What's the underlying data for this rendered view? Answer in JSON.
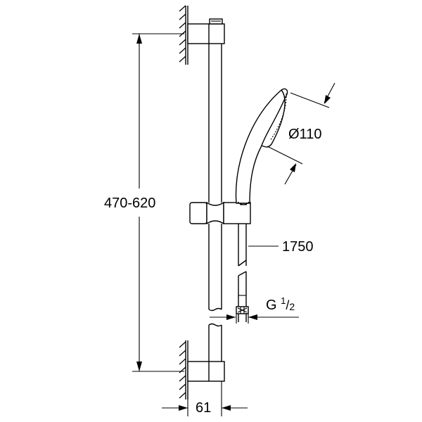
{
  "drawing": {
    "title": "Shower rail set technical drawing",
    "line_color": "#000000",
    "background": "#ffffff"
  },
  "dimensions": {
    "rail_height": "470-620",
    "head_diameter": "Ø110",
    "hose_length": "1750",
    "connection_prefix": "G",
    "connection_num": "1",
    "connection_slash": "/",
    "connection_den": "2",
    "wall_offset": "61"
  }
}
